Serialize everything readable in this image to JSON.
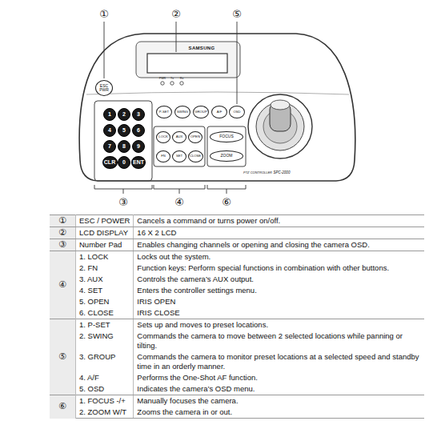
{
  "diagram": {
    "nodes": [
      {
        "text": [
          "ESC PWR"
        ]
      },
      {
        "text": [
          "1"
        ]
      },
      {
        "text": [
          "2"
        ]
      },
      {
        "text": [
          "3"
        ]
      },
      {
        "text": [
          "4"
        ]
      },
      {
        "text": [
          "5"
        ]
      },
      {
        "text": [
          "6"
        ]
      },
      {
        "text": [
          "7"
        ]
      },
      {
        "text": [
          "8"
        ]
      },
      {
        "text": [
          "9"
        ]
      },
      {
        "text": [
          "CLR"
        ]
      },
      {
        "text": [
          "0"
        ]
      },
      {
        "text": [
          "ENT"
        ]
      },
      {
        "text": [
          "P-SET"
        ]
      },
      {
        "text": [
          "SWING"
        ]
      },
      {
        "text": [
          "GROUP"
        ]
      },
      {
        "text": [
          "A/F"
        ]
      },
      {
        "text": [
          "OSD"
        ]
      },
      {
        "text": [
          "LOCK"
        ]
      },
      {
        "text": [
          "AUX"
        ]
      },
      {
        "text": [
          "OPEN"
        ]
      },
      {
        "text": [
          "FN"
        ]
      },
      {
        "text": [
          "SET"
        ]
      },
      {
        "text": [
          "CLOSE"
        ]
      },
      {
        "text": [
          "FOCUS"
        ]
      },
      {
        "text": [
          "ZOOM"
        ]
      }
    ],
    "labels": [
      "①",
      "②",
      "⑤",
      "③",
      "④",
      "⑥",
      "SAMSUNG",
      "PWR",
      "Tx",
      "Rx",
      "PTZ CONTROLLER",
      "SPC-2000",
      "①",
      "ESC / POWER",
      "Cancels a command or turns power on/off.",
      "②",
      "LCD DISPLAY",
      "16 X 2 LCD",
      "③",
      "Number Pad",
      "Enables changing channels or opening and closing the camera OSD.",
      "④",
      "1. LOCK",
      "Locks out the system.",
      "2. FN",
      "Function keys: Perform special functions in combination with other buttons.",
      "3. AUX",
      "Controls the camera’s AUX output.",
      "4. SET",
      "Enters the controller settings menu.",
      "5. OPEN",
      "IRIS OPEN",
      "6. CLOSE",
      "IRIS CLOSE",
      "⑤",
      "1. P-SET",
      "Sets up and moves to preset locations.",
      "2. SWING",
      "Commands the camera to move between 2 selected locations while panning or tilting.",
      "3. GROUP",
      "Commands the camera to monitor preset locations at a selected speed and standby time in an orderly manner.",
      "4. A/F",
      "Performs the One-Shot AF function.",
      "5. OSD",
      "Indicates the camera’s OSD menu.",
      "⑥",
      "1. FOCUS -/+",
      "Manually focuses the camera.",
      "2. ZOOM W/T",
      "Zooms the camera in or out."
    ]
  }
}
